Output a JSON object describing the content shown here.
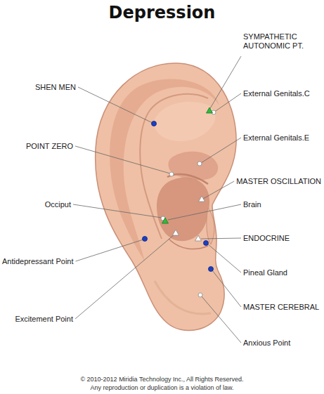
{
  "diagram": {
    "title": "Depression",
    "labels": [
      "SYMPATHETIC AUTONOMIC PT.",
      "SHEN MEN",
      "External Genitals.C",
      "External Genitals.E",
      "POINT ZERO",
      "MASTER OSCILLATION",
      "Brain",
      "Occiput",
      "ENDOCRINE",
      "Antidepressant Point",
      "Pineal Gland",
      "MASTER CEREBRAL",
      "Excitement Point",
      "Anxious Point",
      "© 2010-2012 Miridia Technology Inc., All Rights Reserved.",
      "Any reproduction or duplication is a violation of law."
    ]
  }
}
